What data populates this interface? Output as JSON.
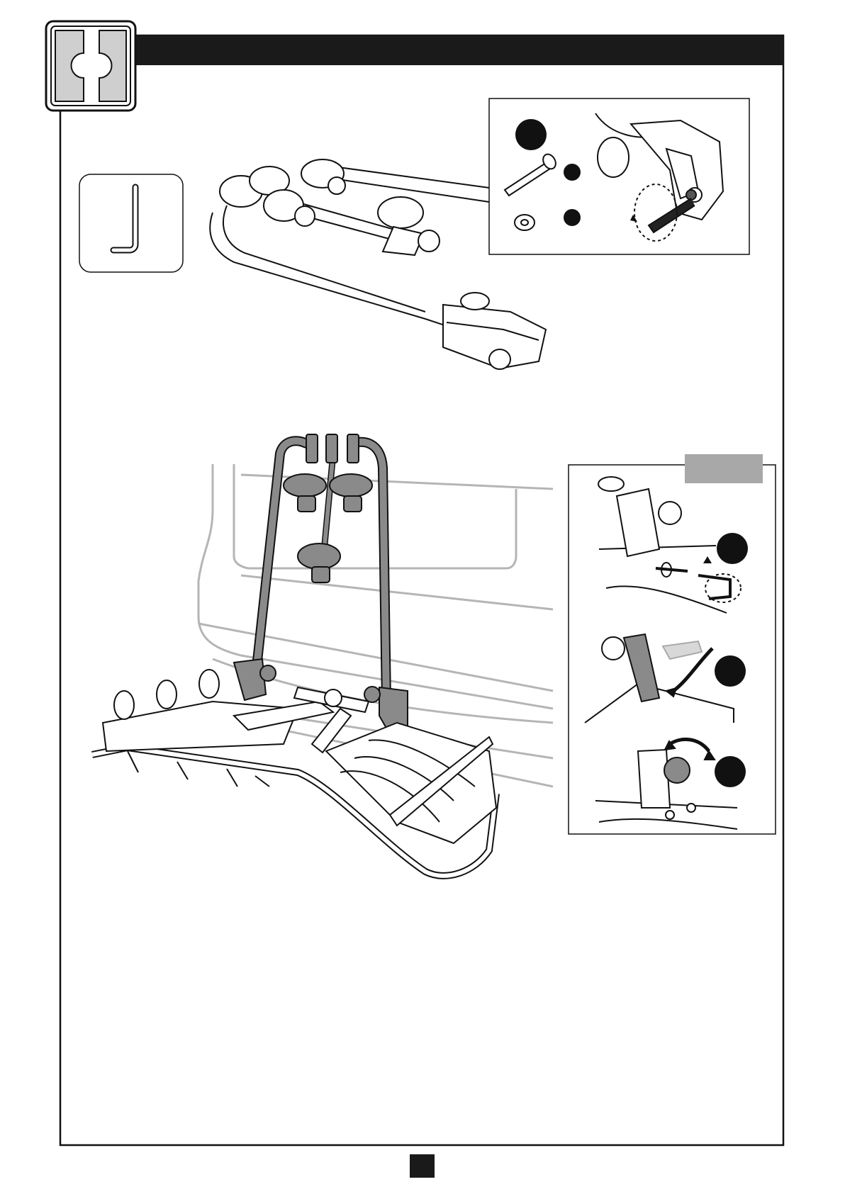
{
  "page": {
    "logo_icon": "puzzle-pieces-logo",
    "tool_icon": "allen-key-icon",
    "header_bar_color": "#1a1a1a",
    "highlight_color": "#a8a8a8",
    "page_number": ""
  },
  "detail_top": {
    "step_markers": [
      "",
      "",
      ""
    ],
    "parts": [
      "bolt-icon",
      "washer-icon"
    ]
  },
  "detail_side": {
    "tab_label": "",
    "step_markers": [
      "",
      "",
      ""
    ]
  },
  "main_illustration": {
    "top": "folded-bike-carrier",
    "bottom": "bike-carrier-mounted-on-car"
  }
}
